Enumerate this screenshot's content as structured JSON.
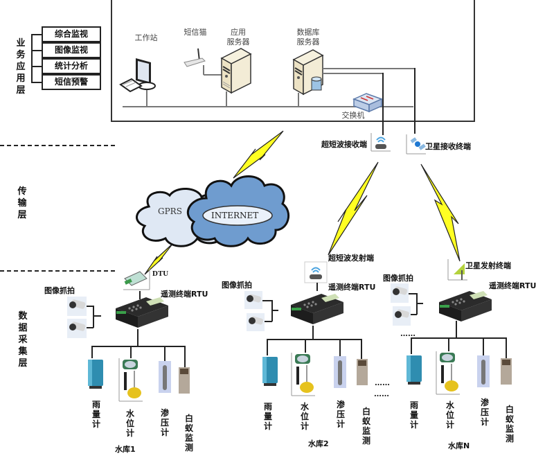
{
  "layers": {
    "application": "业务应用层",
    "transmission": "传输层",
    "collection": "数据采集层"
  },
  "app_modules": [
    "综合监视",
    "图像监视",
    "统计分析",
    "短信预警"
  ],
  "center": {
    "workstation": "工作站",
    "sms_modem": "短信猫",
    "app_server": [
      "应用",
      "服务器"
    ],
    "db_server": [
      "数据库",
      "服务器"
    ],
    "switch": "交换机"
  },
  "receivers": {
    "uhf_receiver": "超短波接收端",
    "satellite_receiver": "卫星接收终端"
  },
  "network": {
    "gprs": "GPRS",
    "internet": "INTERNET"
  },
  "stations": [
    {
      "name": "水库1",
      "uplink": "DTU",
      "rtu": "遥测终端RTU",
      "camera_label": "图像抓拍",
      "sensors": [
        "雨量计",
        "水位计",
        "渗压计",
        "白蚁监测"
      ]
    },
    {
      "name": "水库2",
      "uplink": "超短波发射端",
      "rtu": "遥测终端RTU",
      "camera_label": "图像抓拍",
      "sensors": [
        "雨量计",
        "水位计",
        "渗压计",
        "白蚁监测"
      ]
    },
    {
      "name": "水库N",
      "uplink": "卫星发射终端",
      "rtu": "遥测终端RTU",
      "camera_label": "图像抓拍",
      "sensors": [
        "雨量计",
        "水位计",
        "渗压计",
        "白蚁监测"
      ]
    }
  ],
  "ellipsis": "……",
  "colors": {
    "lightning": "#ffff22",
    "cloud_light": "#dfe8f4",
    "cloud_dark": "#6f9ccf",
    "server": "#efe8cf"
  }
}
